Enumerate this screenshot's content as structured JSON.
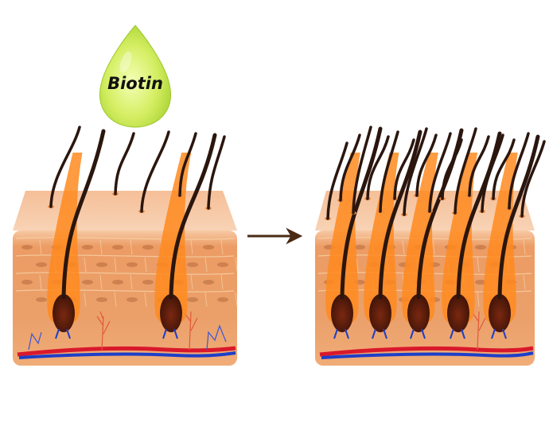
{
  "drop": {
    "label": "Biotin"
  },
  "panels": [
    {
      "id": "before",
      "follicles": 2,
      "surface_hairs": 5
    },
    {
      "id": "after",
      "follicles": 5,
      "surface_hairs": 16
    }
  ],
  "colors": {
    "drop_light": "#f4ffb5",
    "drop_mid": "#c9e94e",
    "drop_dark": "#9fcb2a",
    "skin_top": "#f7c7a3",
    "skin_side": "#f2b07c",
    "dermis": "#e9a06a",
    "dermis_line": "#f8d2a8",
    "hypodermis": "#f1a76f",
    "hair": "#2b160e",
    "follicle_glow": "#ff8a1e",
    "bulb": "#5b1d0c",
    "artery": "#d9192b",
    "vein": "#1d3fc8",
    "nerve": "#e05a3a",
    "arrow": "#4a2a14"
  },
  "icons": {
    "arrow": "right-arrow-icon",
    "drop": "oil-drop-icon"
  }
}
